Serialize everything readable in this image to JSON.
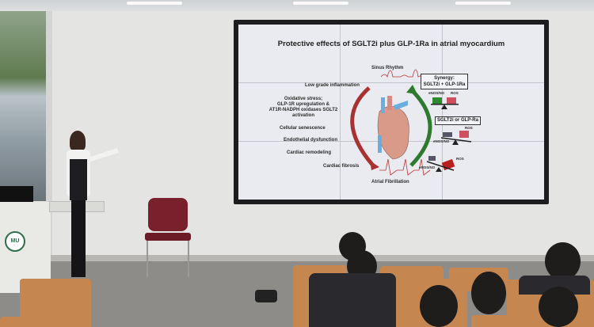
{
  "slide": {
    "title": "Protective effects of SGLT2i plus GLP-1Ra in atrial myocardium",
    "top_label": "Sinus Rhythm",
    "bottom_label": "Atrial Fibrillation",
    "left_items": [
      "Low grade inflammation",
      "Oxidative stress;",
      "GLP-1R upregulation &",
      "AT1R-NADPH oxidases SGLT2",
      "activation",
      "Cellular senescence",
      "Endothelial dysfunction",
      "Cardiac remodeling",
      "Cardiac fibrosis"
    ],
    "synergy_line1": "Synergy:",
    "synergy_line2": "SGLT2i + GLP-1Ra",
    "single_box": "SGLT2i or GLP-Ra",
    "enos": "eNOS/NO",
    "ros": "ROS",
    "colors": {
      "red_arrow": "#a83232",
      "green_arrow": "#2f7a2f",
      "heart": "#d99a8a",
      "vessel": "#6aaee0"
    }
  },
  "podium": {
    "logo_text": "MU"
  }
}
